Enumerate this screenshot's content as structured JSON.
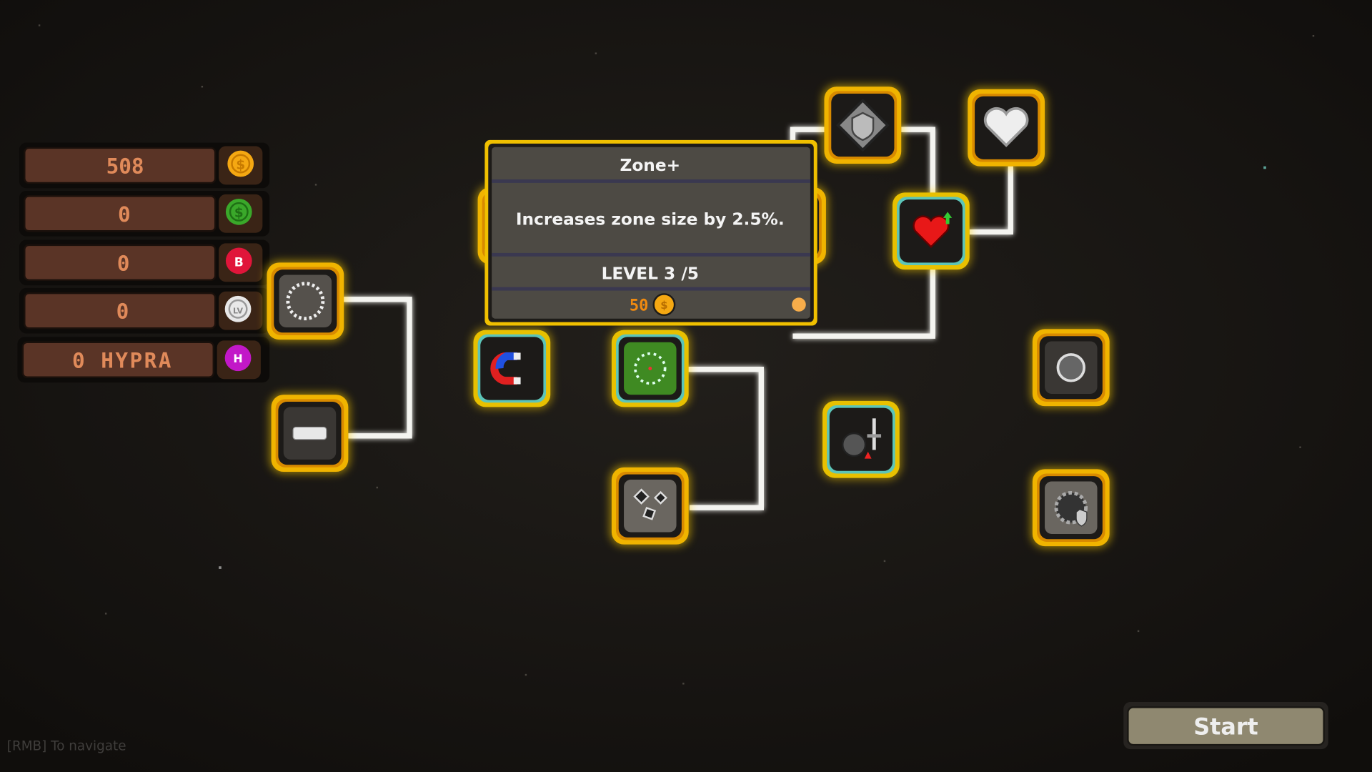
{
  "resources": [
    {
      "value": "508",
      "icon": "gold-coin-icon",
      "letter": "$",
      "color": "#f5a812"
    },
    {
      "value": "0",
      "icon": "green-coin-icon",
      "letter": "$",
      "color": "#3aa82a"
    },
    {
      "value": "0",
      "icon": "red-b-coin-icon",
      "letter": "B",
      "color": "#e0153a"
    },
    {
      "value": "0",
      "icon": "lv-coin-icon",
      "letter": "LV",
      "color": "#e8e8e8"
    },
    {
      "value": "0 HYPRA",
      "icon": "hypra-coin-icon",
      "letter": "H",
      "color": "#c218c8"
    }
  ],
  "tooltip": {
    "title": "Zone+",
    "description": "Increases zone size by 2.5%.",
    "level": "LEVEL 3 /5",
    "cost": "50",
    "cost_icon": "gold-coin-icon"
  },
  "hint": "[RMB] To navigate",
  "start_label": "Start",
  "colors": {
    "node_border": "#f0b400",
    "node_active": "#5cc4b8",
    "line": "#f4f4f0"
  }
}
